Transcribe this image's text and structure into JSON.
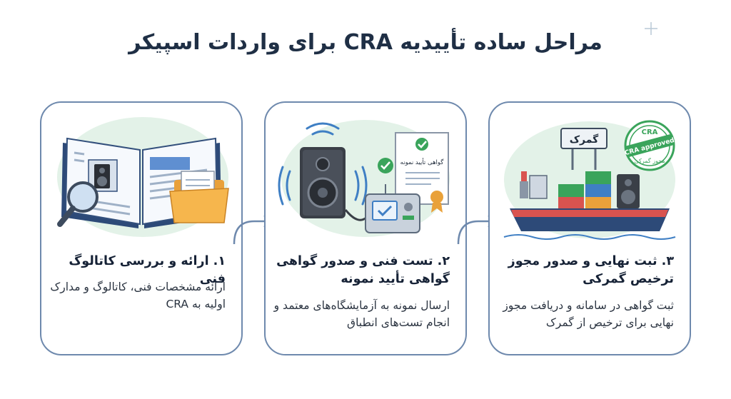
{
  "page": {
    "title": "مراحل ساده تأییدیه CRA برای واردات اسپیکر"
  },
  "steps": [
    {
      "title": "۱. ارائه و بررسی کاتالوگ فنی",
      "description": "ارائه مشخصات فنی، کاتالوگ و مدارک اولیه به CRA"
    },
    {
      "title": "۲. تست فنی و صدور گواهی گواهی تأیید نمونه",
      "description": "ارسال نمونه به آزمایشگاه‌های معتمد و انجام تست‌های انطباق",
      "certificate_label": "گواهی تأیید نمونه"
    },
    {
      "title": "۳. ثبت نهایی و صدور مجوز ترخیص گمرکی",
      "description": "ثبت گواهی در سامانه و دریافت مجوز نهایی برای ترخیص از گمرک",
      "customs_sign": "گمرک",
      "stamp_top": "CRA",
      "stamp_middle": "CRA approved",
      "stamp_bottom": "مجوز گمرکی"
    }
  ],
  "colors": {
    "title": "#1f2f45",
    "card_border": "#6e89ad",
    "illustration_bg": "#e3f2e8",
    "accent_green": "#3aa45b"
  }
}
